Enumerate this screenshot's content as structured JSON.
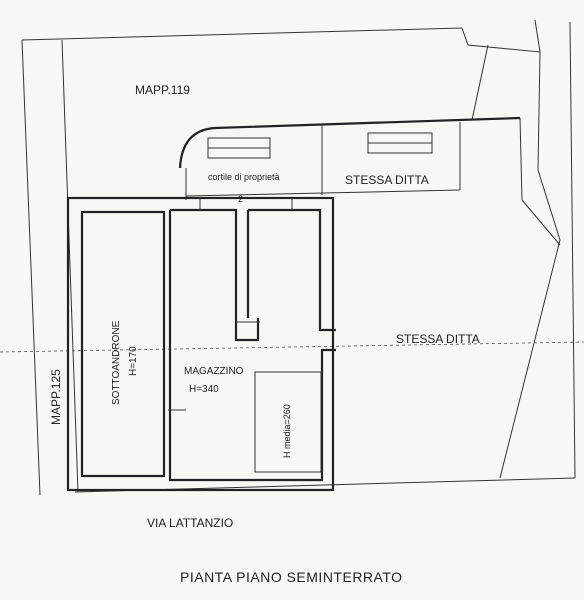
{
  "labels": {
    "mapp_119": "MAPP.119",
    "mapp_125": "MAPP.125",
    "cortile": "cortile di proprietà",
    "cortile_num": "2",
    "stessa_ditta_top": "STESSA DITTA",
    "stessa_ditta_right": "STESSA DITTA",
    "sottoandrone": "SOTTOANDRONE",
    "sottoandrone_h": "H=170",
    "magazzino": "MAGAZZINO",
    "magazzino_h": "H=340",
    "h_media": "H media=260",
    "street": "VIA LATTANZIO",
    "title": "PIANTA PIANO SEMINTERRATO"
  }
}
